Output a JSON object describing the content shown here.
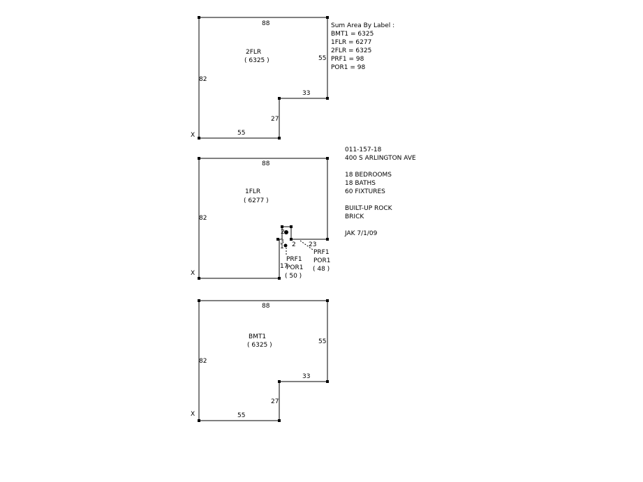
{
  "summary": {
    "heading": "Sum Area By Label :",
    "lines": [
      "BMT1 = 6325",
      "1FLR = 6277",
      "2FLR = 6325",
      "PRF1 = 98",
      "POR1 = 98"
    ]
  },
  "property_info": {
    "parcel": "011-157-18",
    "address": "400 S ARLINGTON AVE",
    "bedrooms": "18 BEDROOMS",
    "baths": "18 BATHS",
    "fixtures": "60 FIXTURES",
    "roof": "BUILT-UP ROCK",
    "exterior": "BRICK",
    "appraiser": "JAK 7/1/09"
  },
  "floor_2": {
    "label": "2FLR",
    "area": "( 6325 )",
    "dims": {
      "top": "88",
      "right": "55",
      "left": "82",
      "step_h": "33",
      "step_v": "27",
      "bottom": "55"
    },
    "origin_mark": "X"
  },
  "floor_1": {
    "label": "1FLR",
    "area": "( 6277 )",
    "dims": {
      "top": "88",
      "left": "82"
    },
    "origin_mark": "X",
    "porch": {
      "dims": {
        "d1": "2",
        "d2": "3",
        "d3": "1",
        "d4": "2",
        "d5": "23",
        "d6": "17"
      },
      "prf1_label": "PRF1",
      "por1_label": "POR1",
      "prf1_area": "( 50 )",
      "por1_label_2": "PRF1",
      "por1_label_3": "POR1",
      "por1_area": "( 48 )"
    }
  },
  "basement": {
    "label": "BMT1",
    "area": "( 6325 )",
    "dims": {
      "top": "88",
      "right": "55",
      "left": "82",
      "step_h": "33",
      "step_v": "27",
      "bottom": "55"
    },
    "origin_mark": "X"
  }
}
